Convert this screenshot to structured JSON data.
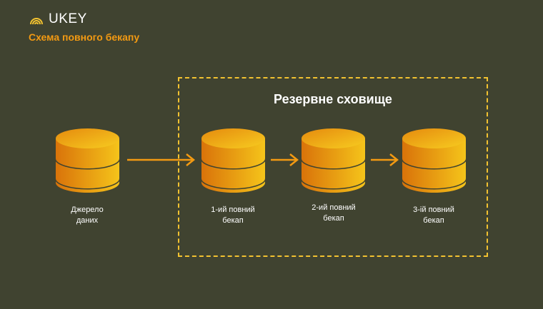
{
  "logo": {
    "text": "UKEY",
    "icon": "signal-waves-icon"
  },
  "subtitle": "Схема повного бекапу",
  "storage": {
    "title": "Резервне сховище"
  },
  "nodes": [
    {
      "line1": "Джерело",
      "line2": "даних"
    },
    {
      "line1": "1-ий повний",
      "line2": "бекап"
    },
    {
      "line1": "2-ий повний",
      "line2": "бекап"
    },
    {
      "line1": "3-ій повний",
      "line2": "бекап"
    }
  ],
  "colors": {
    "background": "#404330",
    "accent": "#f39a12",
    "dashed_border": "#f2c230",
    "db_light": "#f5c41a",
    "db_dark": "#d9730a"
  }
}
